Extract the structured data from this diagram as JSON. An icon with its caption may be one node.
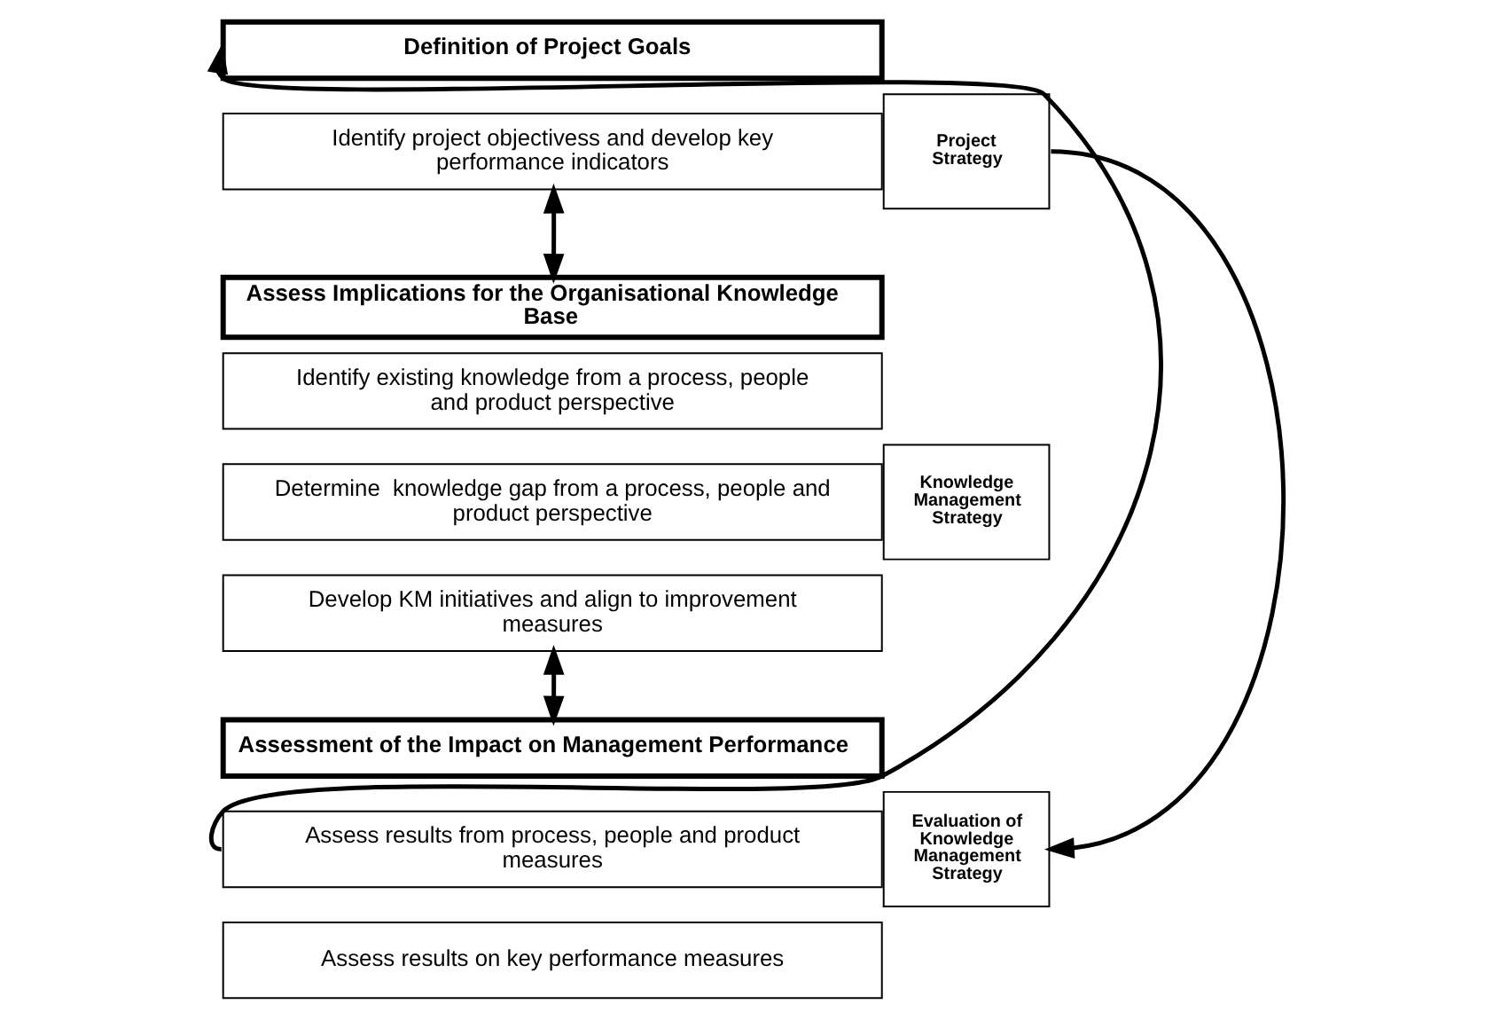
{
  "diagram": {
    "nodes": [
      {
        "text": [
          "Definition of Project Goals"
        ]
      },
      {
        "text": [
          "Identify project objectivess and develop key performance indicators"
        ]
      },
      {
        "text": [
          "Project Strategy"
        ]
      },
      {
        "text": [
          "Assess Implications for the Organisational Knowledge Base"
        ]
      },
      {
        "text": [
          "Identify existing knowledge from a process, people and product perspective"
        ]
      },
      {
        "text": [
          "Determine  knowledge gap from a process, people and product perspective"
        ]
      },
      {
        "text": [
          "Develop KM initiatives and align to improvement measures"
        ]
      },
      {
        "text": [
          "Knowledge Management Strategy"
        ]
      },
      {
        "text": [
          "Assessment of the Impact on Management Performance"
        ]
      },
      {
        "text": [
          "Assess results from process, people and product measures"
        ]
      },
      {
        "text": [
          "Assess results on key performance measures"
        ]
      },
      {
        "text": [
          "Evaluation of Knowledge Management Strategy"
        ]
      }
    ],
    "edges": [
      {
        "from": 1,
        "to": 3,
        "arrow": "both"
      },
      {
        "from": 6,
        "to": 8,
        "arrow": "both"
      },
      {
        "from": 9,
        "to": 0,
        "arrow": "to"
      },
      {
        "from": 2,
        "to": 11,
        "arrow": "to"
      }
    ]
  }
}
